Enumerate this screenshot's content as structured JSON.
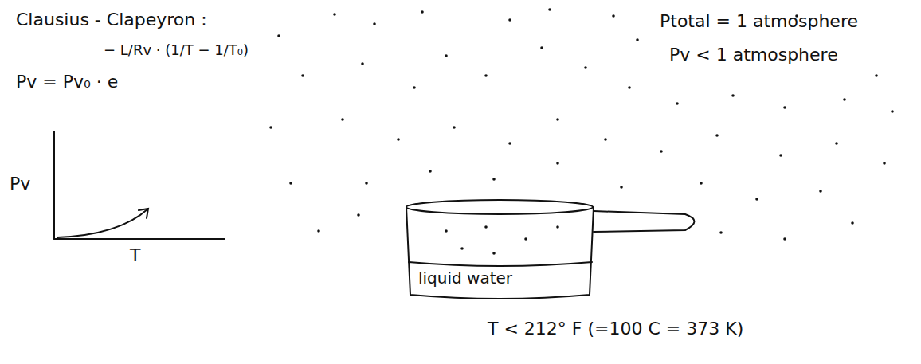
{
  "diagram": {
    "nodes": [
      {
        "text": [
          "liquid water"
        ]
      }
    ],
    "labels": [
      "Clausius - Clapeyron :",
      "− L/Rv · (1/T − 1/T₀)",
      "Pv = Pv₀ · e",
      "Pv",
      "T",
      "Ptotal = 1 atmosphere",
      "Pv < 1 atmosphere",
      "T < 212° F (=100 C = 373 K)"
    ]
  }
}
